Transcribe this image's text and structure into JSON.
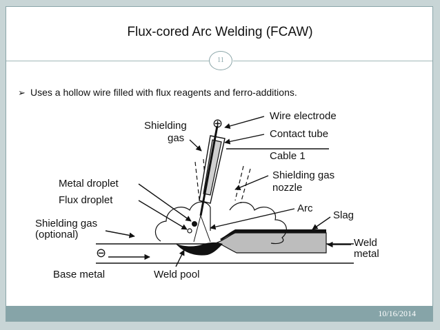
{
  "title": "Flux-cored Arc Welding (FCAW)",
  "page_number": "11",
  "bullet": {
    "marker": "➢",
    "text": "Uses a hollow wire filled with flux reagents and ferro-additions."
  },
  "diagram": {
    "labels": {
      "wire_electrode": "Wire electrode",
      "contact_tube": "Contact tube",
      "cable": "Cable 1",
      "shielding_gas_nozzle_line1": "Shielding gas",
      "shielding_gas_nozzle_line2": "nozzle",
      "shielding_gas_top_line1": "Shielding",
      "shielding_gas_top_line2": "gas",
      "metal_droplet": "Metal droplet",
      "flux_droplet": "Flux droplet",
      "shielding_gas_optional_line1": "Shielding gas",
      "shielding_gas_optional_line2": "(optional)",
      "arc": "Arc",
      "slag": "Slag",
      "weld_metal_line1": "Weld",
      "weld_metal_line2": "metal",
      "base_metal": "Base metal",
      "weld_pool": "Weld pool",
      "plus_sign": "⊕",
      "minus_sign": "⊖"
    }
  },
  "footer": {
    "date": "10/16/2014"
  }
}
